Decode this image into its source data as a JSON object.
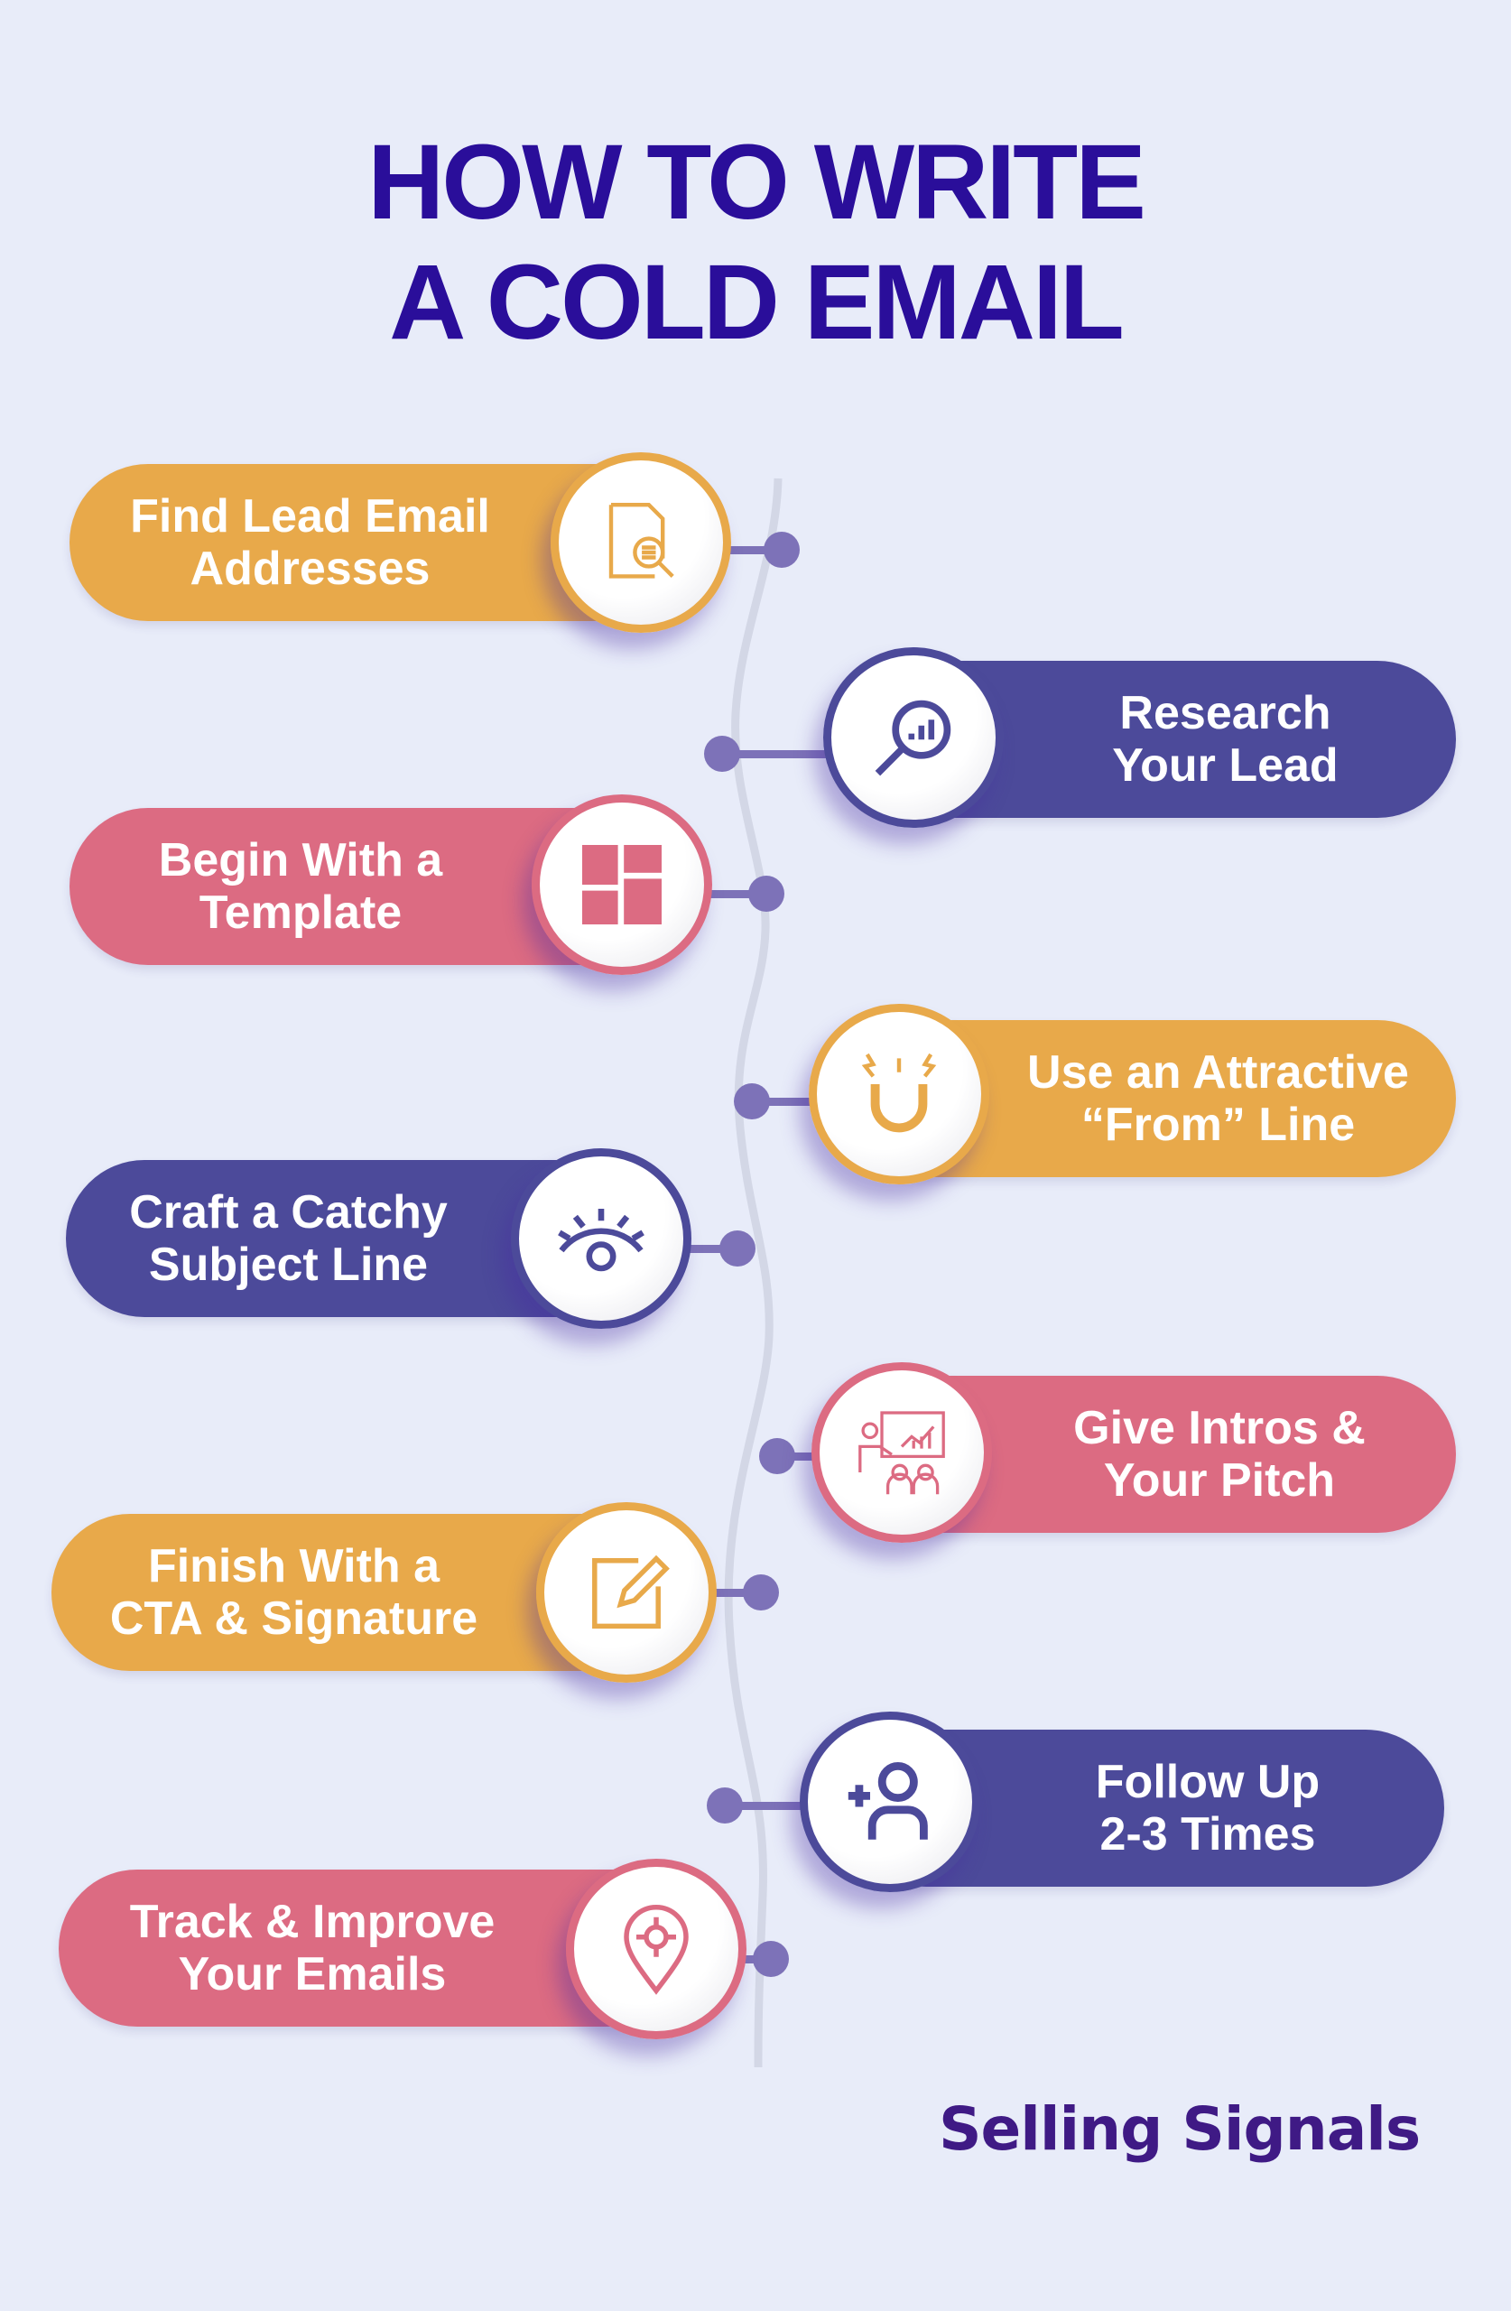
{
  "title": {
    "line1": "HOW TO WRITE",
    "line2": "A COLD EMAIL"
  },
  "colors": {
    "orange": "#e8a94a",
    "navy": "#4c4a9a",
    "pink": "#dc6b82",
    "background": "#e8ecf9",
    "title": "#2a0e9a",
    "connector": "#7d72b8"
  },
  "steps": [
    {
      "label": "Find Lead Email\nAddresses",
      "color": "orange",
      "icon": "document-search-icon"
    },
    {
      "label": "Research\nYour Lead",
      "color": "navy",
      "icon": "chart-magnifier-icon"
    },
    {
      "label": "Begin With a\nTemplate",
      "color": "pink",
      "icon": "template-grid-icon"
    },
    {
      "label": "Use an Attractive\n“From” Line",
      "color": "orange",
      "icon": "magnet-icon"
    },
    {
      "label": "Craft a Catchy\nSubject Line",
      "color": "navy",
      "icon": "eye-icon"
    },
    {
      "label": "Give Intros &\nYour Pitch",
      "color": "pink",
      "icon": "presentation-icon"
    },
    {
      "label": "Finish With a\nCTA & Signature",
      "color": "orange",
      "icon": "edit-pencil-icon"
    },
    {
      "label": "Follow Up\n2-3 Times",
      "color": "navy",
      "icon": "add-user-icon"
    },
    {
      "label": "Track & Improve\nYour Emails",
      "color": "pink",
      "icon": "location-target-icon"
    }
  ],
  "brand": "Selling Signals"
}
